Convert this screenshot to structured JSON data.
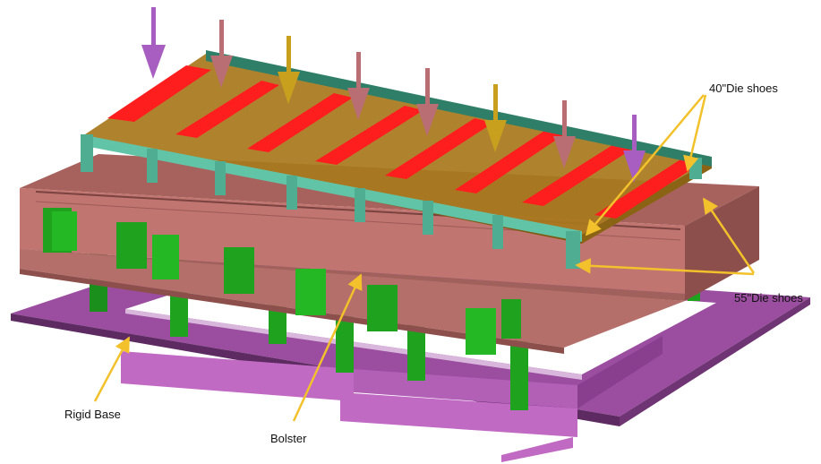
{
  "labels": {
    "die_shoes_40": "40\"Die shoes",
    "die_shoes_55": "55\"Die shoes",
    "rigid_base": "Rigid Base",
    "bolster": "Bolster"
  },
  "colors": {
    "base": "#a24fa6",
    "base_dark": "#5e2a62",
    "bolster": "#c07570",
    "bolster_dark": "#8d4f4b",
    "die_shoe_40": "#4fae92",
    "die_shoe_40_light": "#62c4a6",
    "plate": "#a8781c",
    "blades": "#ff1e1e",
    "supports": "#1fa31f",
    "arrow_pink": "#b86e72",
    "arrow_gold": "#c8a01e",
    "arrow_violet": "#a85ec0",
    "callout_line": "#f2c12b"
  }
}
